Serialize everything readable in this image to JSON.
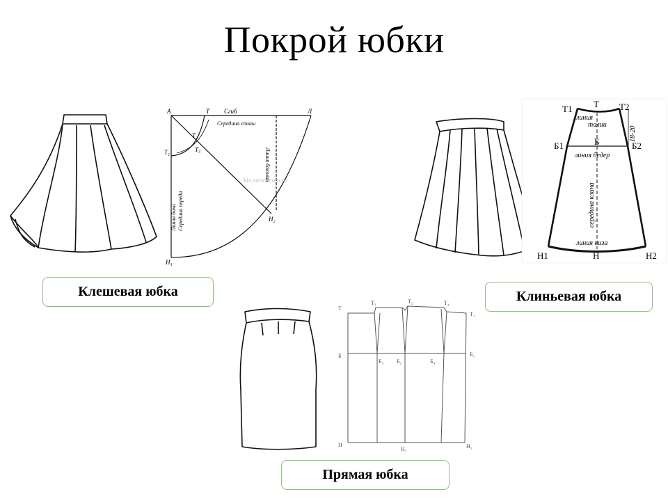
{
  "title": "Покрой юбки",
  "captions": {
    "flared": "Клешевая юбка",
    "gored": "Клиньевая  юбка",
    "straight": "Прямая юбка"
  },
  "flared_pattern": {
    "points": [
      "A",
      "T",
      "Л",
      "Т₁",
      "Т₂",
      "Т₃",
      "Н₁",
      "Н₂"
    ],
    "labels": [
      "Сгиб",
      "Середина спины",
      "Линия боковая",
      "Середина переда",
      "Линия бока"
    ],
    "watermark": "kis.mirtoncom.ru"
  },
  "gored_pattern": {
    "points": [
      "Т",
      "Т1",
      "Т2",
      "Б1",
      "Б",
      "Б2",
      "Н1",
      "Н",
      "Н2"
    ],
    "labels": [
      "линия",
      "талии",
      "линия бедер",
      "середина клина",
      "линия низа",
      "18-20"
    ]
  },
  "straight_pattern": {
    "points": [
      "Т",
      "Т₃",
      "Т₂",
      "Т₄",
      "Т₁",
      "Б",
      "Б₃",
      "Б₂",
      "Б₄",
      "Б₁",
      "Н",
      "Н₂",
      "Н₁"
    ]
  }
}
